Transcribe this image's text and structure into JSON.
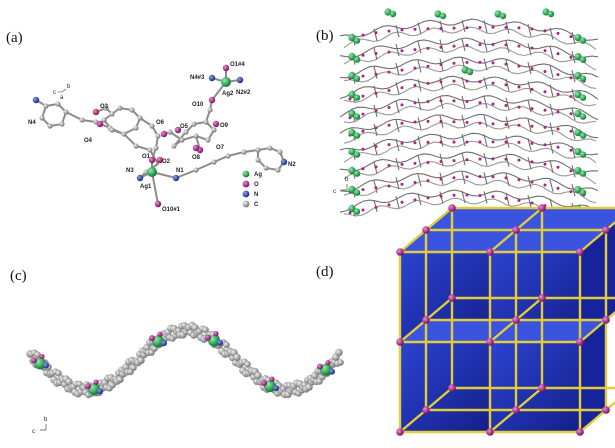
{
  "panels": {
    "a": {
      "letter": "(a)"
    },
    "b": {
      "letter": "(b)"
    },
    "c": {
      "letter": "(c)"
    },
    "d": {
      "letter": "(d)"
    }
  },
  "atom_labels": {
    "O1_4": "O1#4",
    "N4_3": "N4#3",
    "Ag2": "Ag2",
    "N2_2": "N2#2",
    "O10": "O10",
    "O3": "O3",
    "O6": "O6",
    "O5": "O5",
    "O9": "O9",
    "N4": "N4",
    "O4": "O4",
    "O7": "O7",
    "O8": "O8",
    "O1": "O1",
    "O2": "O2",
    "N3": "N3",
    "Ag1": "Ag1",
    "N1": "N1",
    "N2": "N2",
    "O10_1": "O10#1"
  },
  "legend": {
    "items": [
      {
        "symbol": "Ag",
        "color": "#1faa4a"
      },
      {
        "symbol": "O",
        "color": "#b0208a"
      },
      {
        "symbol": "N",
        "color": "#2a44b8"
      },
      {
        "symbol": "C",
        "color": "#9a9a9a"
      }
    ]
  },
  "axis_labels": {
    "a_c": "c",
    "a_b": "b",
    "a_a": "a",
    "b_b": "b",
    "b_c": "c",
    "c_b": "b",
    "c_c": "c"
  },
  "colors": {
    "silver": "#1faa4a",
    "oxygen": "#b0208a",
    "nitrogen": "#2a44b8",
    "carbon": "#9a9a9a",
    "cube": "#1d2fb0",
    "frame": "#e3cc3a",
    "node": "#a0268e"
  }
}
